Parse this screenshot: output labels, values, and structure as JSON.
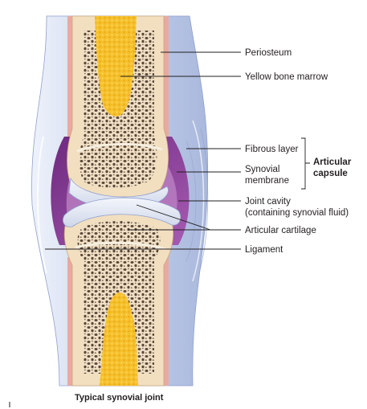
{
  "labels": {
    "periosteum": "Periosteum",
    "yellow_bone_marrow": "Yellow bone marrow",
    "fibrous_layer": "Fibrous layer",
    "synovial_membrane_line1": "Synovial",
    "synovial_membrane_line2": "membrane",
    "articular_capsule_line1": "Articular",
    "articular_capsule_line2": "capsule",
    "joint_cavity_line1": "Joint cavity",
    "joint_cavity_line2": "(containing synovial fluid)",
    "articular_cartilage": "Articular cartilage",
    "ligament": "Ligament"
  },
  "caption": "Typical synovial joint",
  "colors": {
    "bone": "#f2dfc0",
    "spongy_bone": "#d9bd93",
    "marrow": "#f6c02c",
    "periosteum": "#e9a9a0",
    "ligament": "#c8d2ea",
    "synovial_membrane": "#8a3f97",
    "joint_cavity": "#b97dc0",
    "cartilage": "#e8ecf5"
  }
}
